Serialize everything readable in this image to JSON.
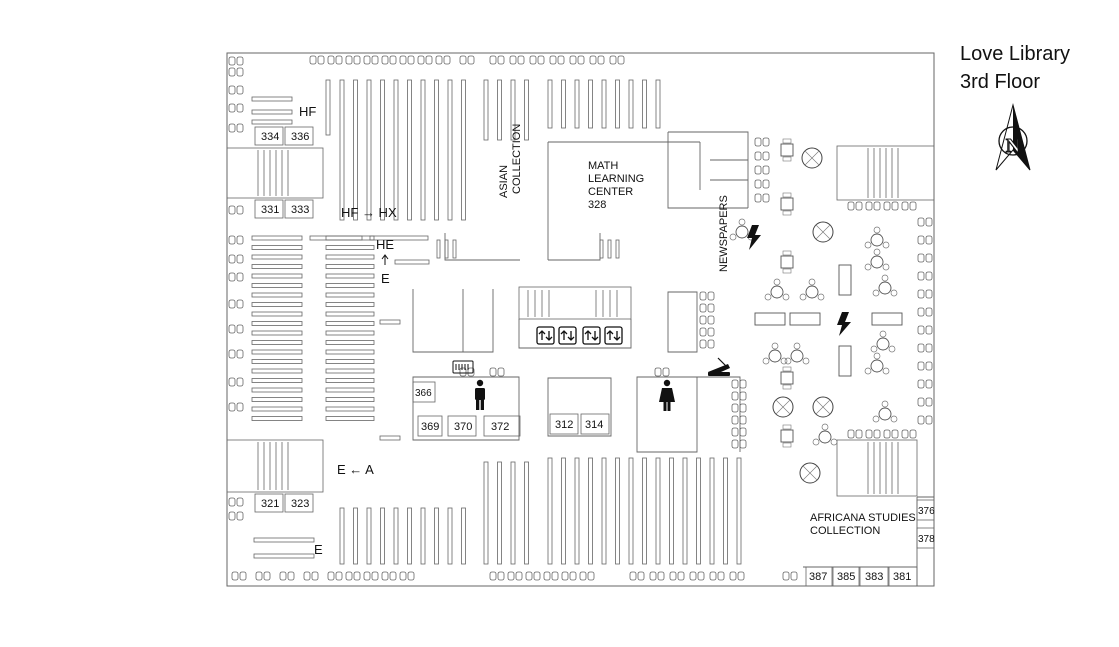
{
  "map_title": {
    "name": "Love Library",
    "floor": "3rd Floor"
  },
  "compass": {
    "icon": "north-arrow-icon",
    "letter": "N"
  },
  "rooms": {
    "r334": "334",
    "r336": "336",
    "r331": "331",
    "r333": "333",
    "r321": "321",
    "r323": "323",
    "r366": "366",
    "r369": "369",
    "r370": "370",
    "r372": "372",
    "r312": "312",
    "r314": "314",
    "r376": "376",
    "r378": "378",
    "r387": "387",
    "r385": "385",
    "r383": "383",
    "r381": "381"
  },
  "areas": {
    "math_center": [
      "MATH",
      "LEARNING",
      "CENTER",
      "328"
    ],
    "asian_collection": [
      "ASIAN",
      "COLLECTION"
    ],
    "newspapers": "NEWSPAPERS",
    "africana": [
      "AFRICANA STUDIES",
      "COLLECTION"
    ]
  },
  "call_numbers": {
    "hf_top": "HF",
    "hf_hx": "HF → HX",
    "he": "HE",
    "e_mid": "E",
    "e_a": "E ← A",
    "e_bottom": "E"
  },
  "legend_icons": [
    "elevator-icon",
    "mens-restroom-icon",
    "womens-restroom-icon",
    "power-outlet-icon",
    "printer-icon",
    "scanner-icon"
  ],
  "colors": {
    "line": "#555555",
    "text": "#111111",
    "background": "#ffffff"
  }
}
